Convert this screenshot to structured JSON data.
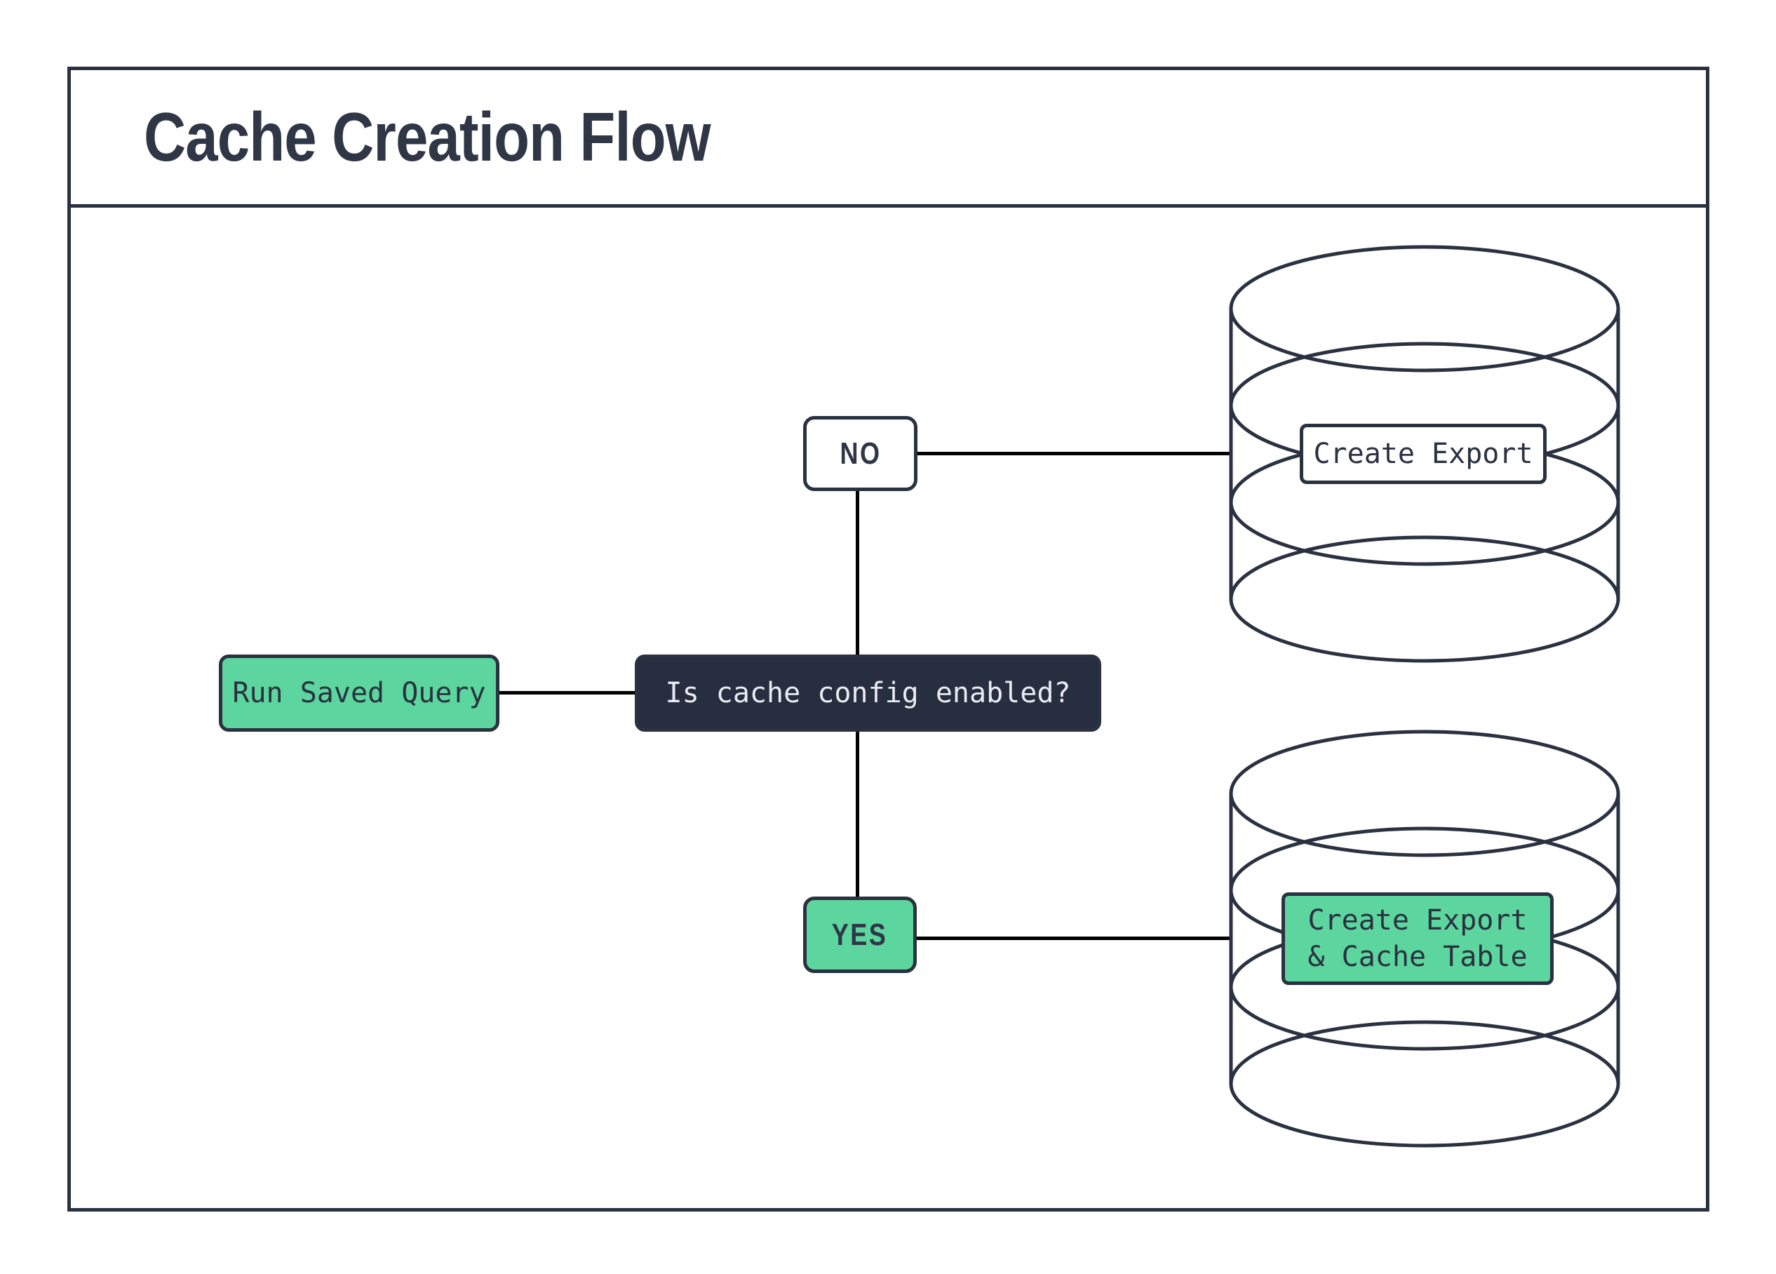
{
  "title": "Cache Creation Flow",
  "colors": {
    "ink": "#2a3140",
    "title_ink": "#2f3646",
    "green": "#5cd69e",
    "dark_fill": "#272e3f",
    "light_text": "#e9ebf0",
    "line": "#000000",
    "paper": "#ffffff"
  },
  "nodes": {
    "start": {
      "label": "Run Saved Query"
    },
    "decision": {
      "label": "Is cache config enabled?"
    },
    "branch_no": {
      "label": "NO"
    },
    "branch_yes": {
      "label": "YES"
    },
    "export_db": {
      "label": "Create Export"
    },
    "cache_db": {
      "label_line1": "Create Export",
      "label_line2": "& Cache Table"
    }
  }
}
